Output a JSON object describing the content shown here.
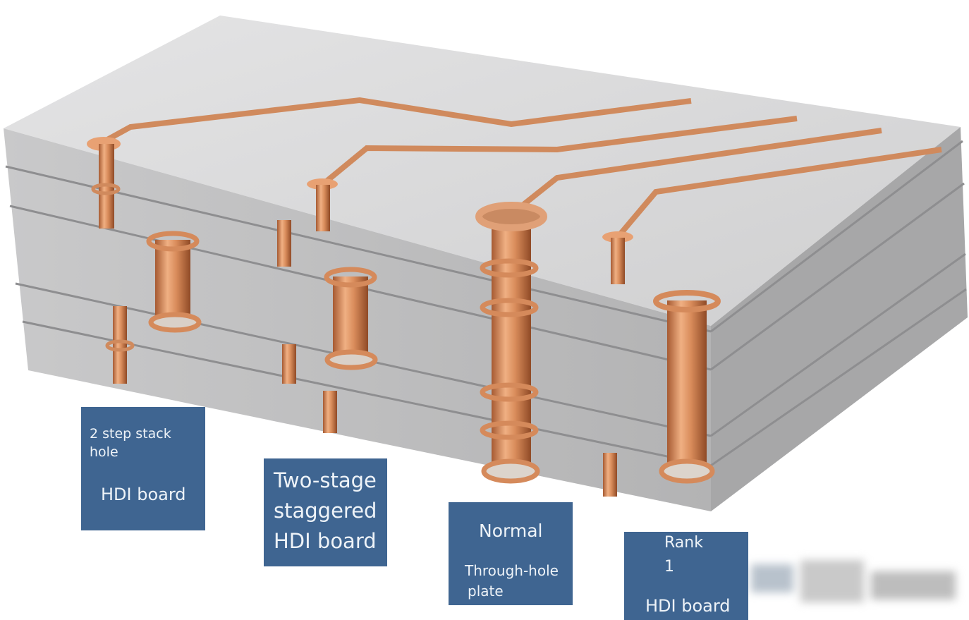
{
  "labels": {
    "stack": {
      "line1": "2 step stack",
      "line2": "hole",
      "line3": "HDI board"
    },
    "staggered": {
      "line1": "Two-stage",
      "line2": "staggered",
      "line3": "HDI board"
    },
    "through": {
      "line1": "Normal",
      "line2": "Through-hole",
      "line3": "plate"
    },
    "rank": {
      "line1": "Rank",
      "line2": "1",
      "line3": "HDI board"
    }
  },
  "colors": {
    "label_box": "#3f6591",
    "label_text": "#eef3f8",
    "board_top": "#d9d9da",
    "board_front": "#bdbdbe",
    "board_side": "#a9a9aa",
    "copper": "#d58a5b"
  }
}
